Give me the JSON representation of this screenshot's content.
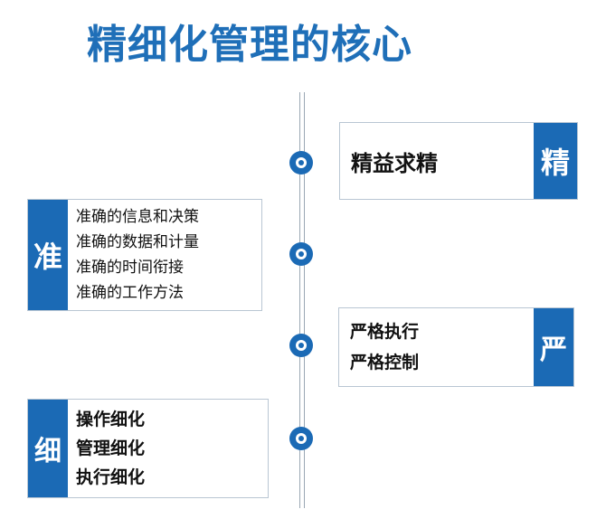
{
  "title": "精细化管理的核心",
  "cards": {
    "jing": {
      "badge": "精",
      "lines": [
        "精益求精"
      ]
    },
    "zhun": {
      "badge": "准",
      "lines": [
        "准确的信息和决策",
        "准确的数据和计量",
        "准确的时间衔接",
        "准确的工作方法"
      ]
    },
    "yan": {
      "badge": "严",
      "lines": [
        "严格执行",
        "严格控制"
      ]
    },
    "xi": {
      "badge": "细",
      "lines": [
        "操作细化",
        "管理细化",
        "执行细化"
      ]
    }
  },
  "colors": {
    "accent": "#1b6ab5",
    "title": "#1f6fb8",
    "border": "#b9c6d3",
    "axis": "#9aa7b4"
  },
  "icons": {
    "node": "target-circle-icon"
  }
}
